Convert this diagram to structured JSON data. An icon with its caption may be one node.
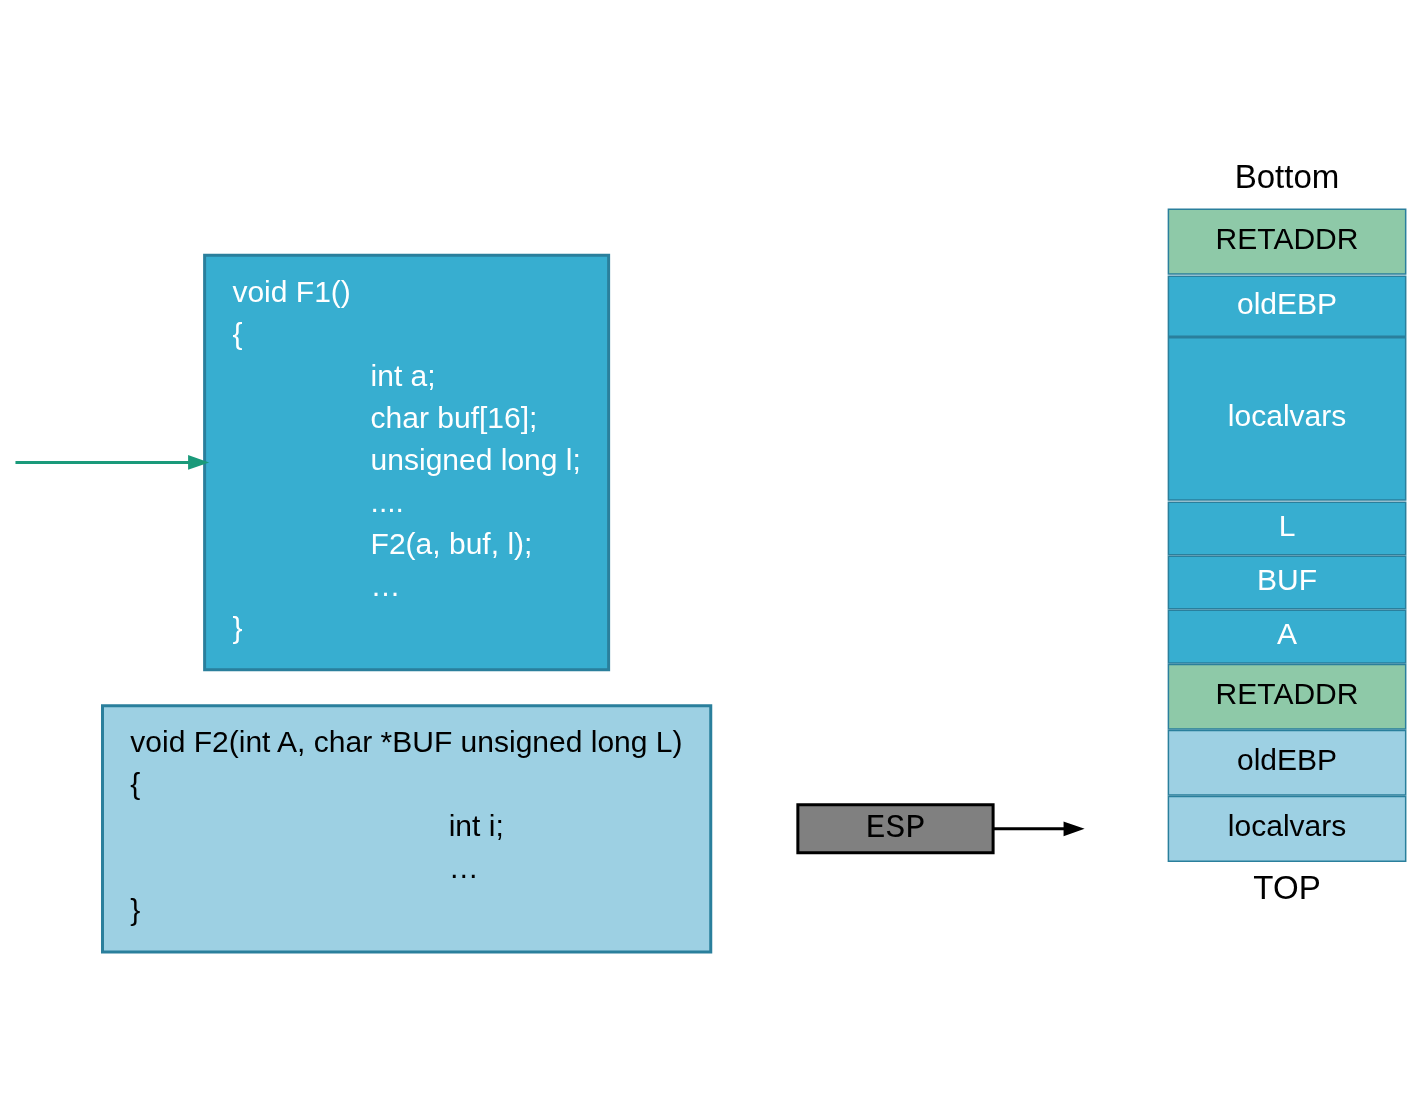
{
  "diagram": {
    "nodes": [
      {
        "text": [
          "void F1()",
          "{",
          "int a;",
          "char buf[16];",
          "unsigned long l;",
          "....",
          "F2(a, buf, l);",
          "…",
          "}"
        ]
      },
      {
        "text": [
          "void F2(int A, char *BUF unsigned long L)",
          "{",
          "int i;",
          "…",
          "}"
        ]
      },
      {
        "text": [
          "ESP"
        ]
      },
      {
        "text": [
          "RETADDR"
        ]
      },
      {
        "text": [
          "oldEBP"
        ]
      },
      {
        "text": [
          "localvars"
        ]
      },
      {
        "text": [
          "L"
        ]
      },
      {
        "text": [
          "BUF"
        ]
      },
      {
        "text": [
          "A"
        ]
      },
      {
        "text": [
          "RETADDR"
        ]
      },
      {
        "text": [
          "oldEBP"
        ]
      },
      {
        "text": [
          "localvars"
        ]
      }
    ],
    "edges": [
      {
        "from": null,
        "to": 0,
        "arrow": "to",
        "color": "#1a9a7a"
      },
      {
        "from": 2,
        "to": null,
        "arrow": "to",
        "color": "#000000"
      }
    ],
    "labels": [
      "Bottom",
      "TOP"
    ]
  }
}
